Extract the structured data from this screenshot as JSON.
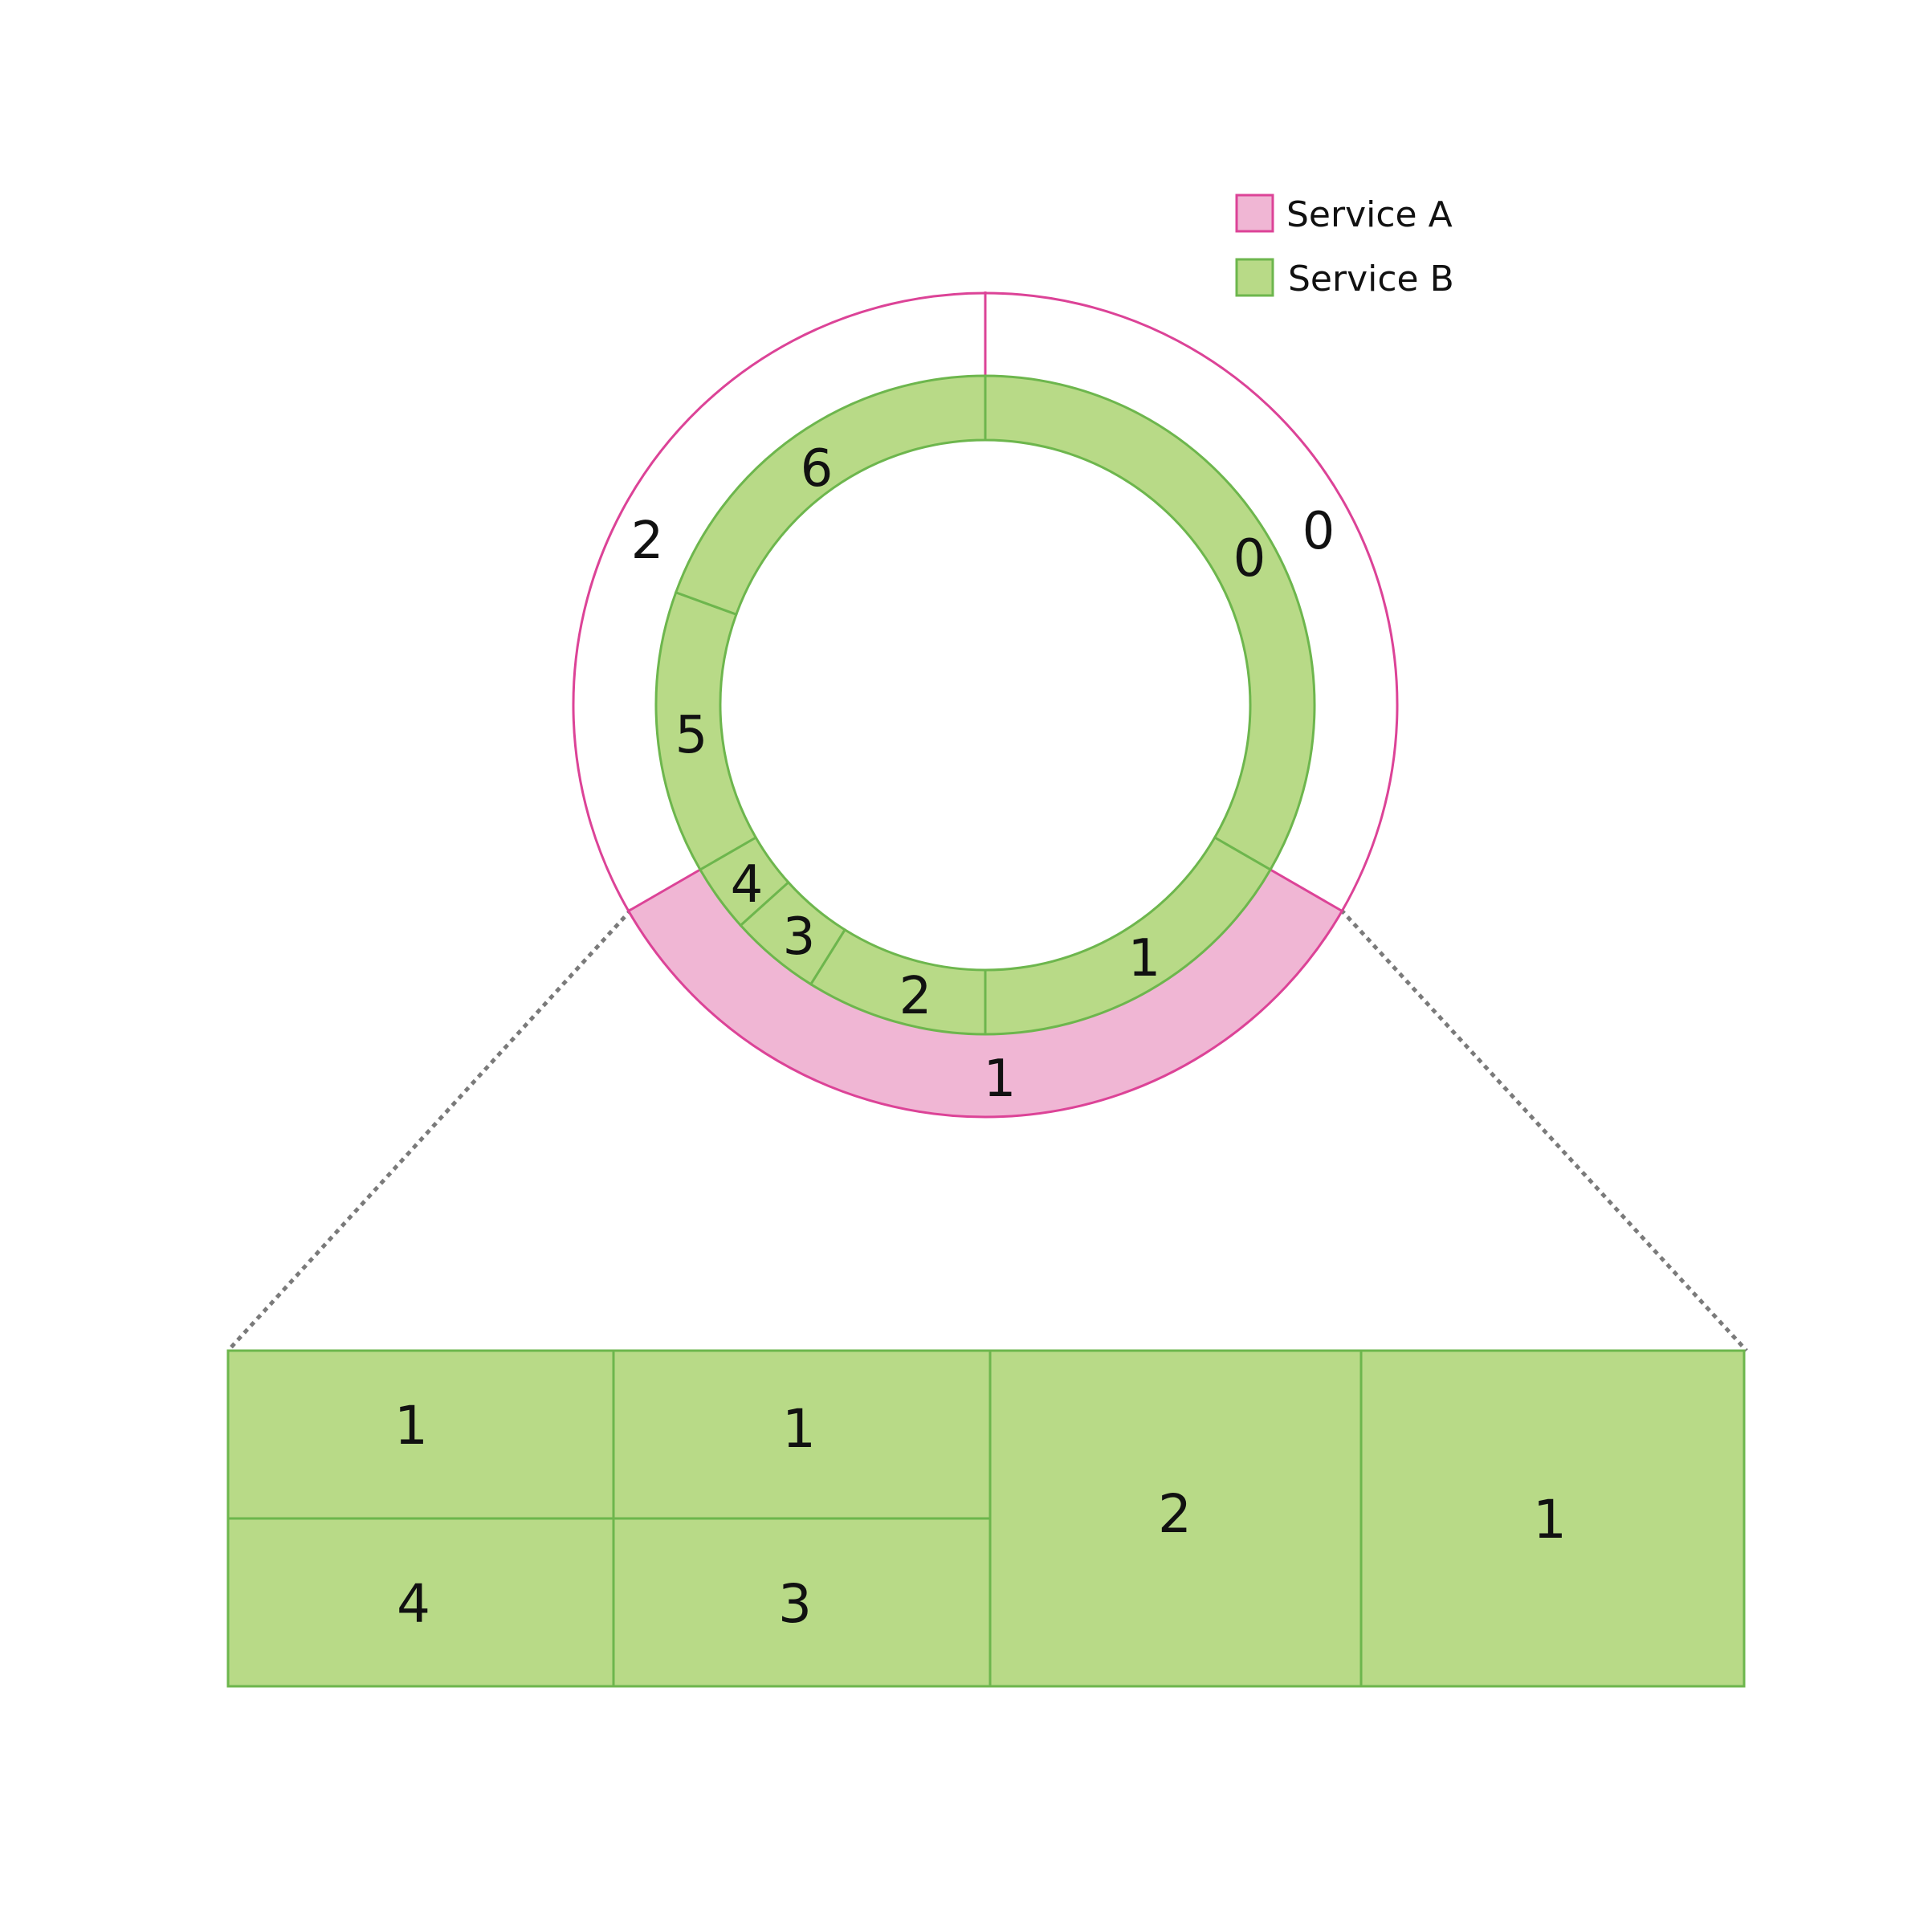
{
  "colors": {
    "service_a_fill": "#f0b6d4",
    "service_a_stroke": "#dc4397",
    "service_b_fill": "#b8da87",
    "service_b_stroke": "#6db64d",
    "zoom_line": "#7a7a7a",
    "text": "#111111",
    "background": "#ffffff"
  },
  "legend": {
    "items": [
      {
        "label": "Service A",
        "color": "#f0b6d4",
        "stroke": "#dc4397"
      },
      {
        "label": "Service B",
        "color": "#b8da87",
        "stroke": "#6db64d"
      }
    ]
  },
  "outer_ring": {
    "service": "Service A",
    "segments": [
      {
        "label": "0",
        "filled": false
      },
      {
        "label": "1",
        "filled": true
      },
      {
        "label": "2",
        "filled": false
      }
    ]
  },
  "inner_ring": {
    "service": "Service B",
    "segments": [
      {
        "label": "0"
      },
      {
        "label": "1"
      },
      {
        "label": "2"
      },
      {
        "label": "3"
      },
      {
        "label": "4"
      },
      {
        "label": "5"
      },
      {
        "label": "6"
      }
    ]
  },
  "zoom_table": {
    "top_left": "1",
    "bottom_left": "4",
    "top_middle": "1",
    "bottom_middle": "3",
    "right_middle": "2",
    "right": "1"
  }
}
